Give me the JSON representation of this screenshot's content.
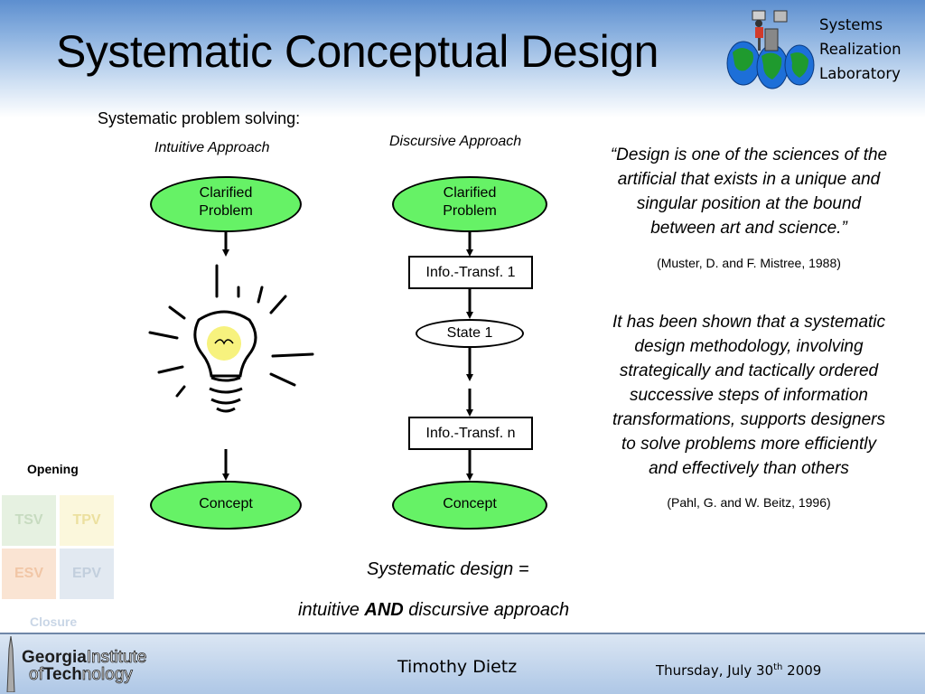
{
  "slide": {
    "title": "Systematic Conceptual Design",
    "lab": [
      "Systems",
      "Realization",
      "Laboratory"
    ],
    "subtitle": "Systematic problem solving:"
  },
  "intuitive": {
    "label": "Intuitive Approach",
    "start": [
      "Clarified",
      "Problem"
    ],
    "end": "Concept"
  },
  "discursive": {
    "label": "Discursive Approach",
    "start": [
      "Clarified",
      "Problem"
    ],
    "step1": "Info.-Transf. 1",
    "state1": "State 1",
    "stepn": "Info.-Transf. n",
    "end": "Concept"
  },
  "quote1": {
    "lines": [
      "“Design is one of the sciences of the",
      "artificial that exists in a unique and",
      "singular position at the bound",
      "between art and science.”"
    ],
    "citation": "(Muster, D. and F. Mistree, 1988)"
  },
  "quote2": {
    "lines": [
      "It has been shown that a systematic",
      "design methodology, involving",
      "strategically and tactically ordered",
      "successive steps of information",
      "transformations, supports designers",
      "to solve problems more efficiently",
      "and effectively than others"
    ],
    "citation": "(Pahl, G. and W. Beitz, 1996)"
  },
  "summary": {
    "line1": "Systematic design =",
    "line2_before": "intuitive ",
    "line2_bold": "AND",
    "line2_after": " discursive approach"
  },
  "sidebar": {
    "opening": "Opening",
    "closure": "Closure",
    "cells": [
      "TSV",
      "TPV",
      "ESV",
      "EPV"
    ],
    "colors": {
      "tsv_bg": "#e6f1e1",
      "tsv_fg": "#c7dbc0",
      "tpv_bg": "#fbf7dc",
      "tpv_fg": "#ece09f",
      "esv_bg": "#fae4d3",
      "esv_fg": "#f1c6a6",
      "epv_bg": "#e2e9f1",
      "epv_fg": "#c2cfdd"
    }
  },
  "footer": {
    "logo_georgia": "Georgia",
    "logo_institute": "Institute",
    "logo_of": "of",
    "logo_tech": "Tech",
    "logo_nology": "nology",
    "author": "Timothy Dietz",
    "date_main": "Thursday, July 30",
    "date_sup": "th",
    "date_year": " 2009"
  }
}
